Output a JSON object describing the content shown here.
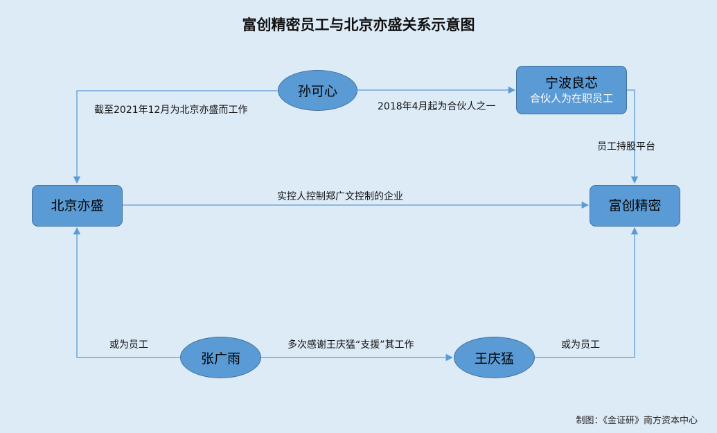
{
  "title": "富创精密员工与北京亦盛关系示意图",
  "nodes": {
    "sun_kexin": "孙可心",
    "ningbo_liangxin": {
      "name": "宁波良芯",
      "note": "合伙人为在职员工"
    },
    "beijing_yisheng": "北京亦盛",
    "fuchuang": "富创精密",
    "zhang_guangyu": "张广雨",
    "wang_qingmeng": "王庆猛"
  },
  "edges": {
    "sun_to_beijing": "截至2021年12月为北京亦盛而工作",
    "sun_to_ningbo": "2018年4月起为合伙人之一",
    "ningbo_to_fuchuang": "员工持股平台",
    "beijing_to_fuchuang": "实控人控制郑广文控制的企业",
    "zhang_to_beijing": "或为员工",
    "zhang_to_wang": "多次感谢王庆猛“支援”其工作",
    "wang_to_fuchuang": "或为员工"
  },
  "credit": "制图：《金证研》南方资本中心",
  "colors": {
    "background": "#ddebf7",
    "node_fill": "#5b9bd5",
    "node_border": "#41719c",
    "connector": "#5b9bd5"
  }
}
